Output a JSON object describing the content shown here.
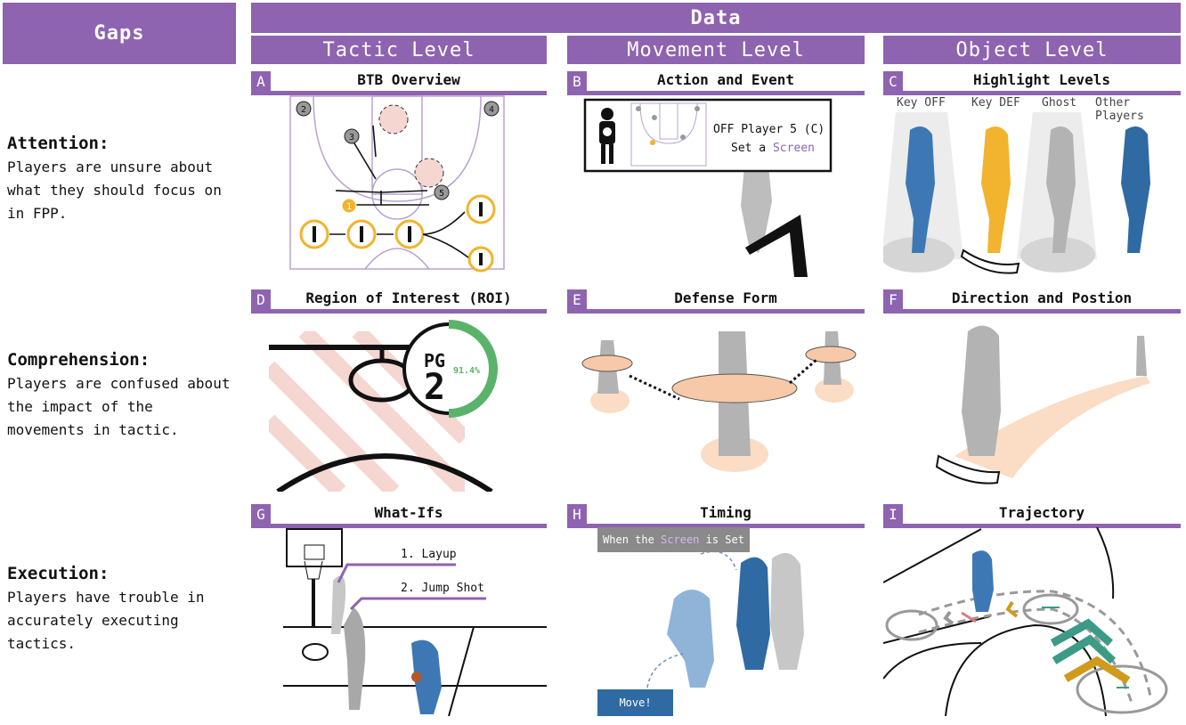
{
  "header": {
    "gaps": "Gaps",
    "data": "Data"
  },
  "levels": [
    "Tactic Level",
    "Movement Level",
    "Object Level"
  ],
  "gaps": [
    {
      "title": "Attention:",
      "desc": "Players are unsure about what they should focus on in FPP."
    },
    {
      "title": "Comprehension:",
      "desc": "Players are confused about the impact of the movements in tactic."
    },
    {
      "title": "Execution:",
      "desc": "Players have trouble in accurately executing tactics."
    }
  ],
  "panels": [
    {
      "letter": "A",
      "title": "BTB Overview"
    },
    {
      "letter": "B",
      "title": "Action and Event"
    },
    {
      "letter": "C",
      "title": "Highlight Levels"
    },
    {
      "letter": "D",
      "title": "Region of Interest (ROI)"
    },
    {
      "letter": "E",
      "title": "Defense Form"
    },
    {
      "letter": "F",
      "title": "Direction and Postion"
    },
    {
      "letter": "G",
      "title": "What-Ifs"
    },
    {
      "letter": "H",
      "title": "Timing"
    },
    {
      "letter": "I",
      "title": "Trajectory"
    }
  ],
  "panelA": {
    "player_numbers": [
      "1",
      "2",
      "3",
      "4",
      "5"
    ]
  },
  "panelB": {
    "event_line1": "OFF Player 5 (C)",
    "event_prefix": "Set a ",
    "event_keyword": "Screen"
  },
  "panelC": {
    "labels": [
      "Key OFF",
      "Key DEF",
      "Ghost",
      "Other Players"
    ]
  },
  "panelD": {
    "position": "PG",
    "number": "2",
    "percent": "91.4%"
  },
  "panelG": {
    "option1": "1. Layup",
    "option2": "2. Jump Shot"
  },
  "panelH": {
    "prefix": "When the ",
    "keyword": "Screen",
    "suffix": " is Set",
    "move": "Move!"
  },
  "colors": {
    "accent": "#8e63b0",
    "orange": "#f2b32e",
    "peach": "#f7c9a8",
    "blue": "#3d78b4",
    "green": "#5bb36b",
    "teal": "#3c9b86"
  }
}
